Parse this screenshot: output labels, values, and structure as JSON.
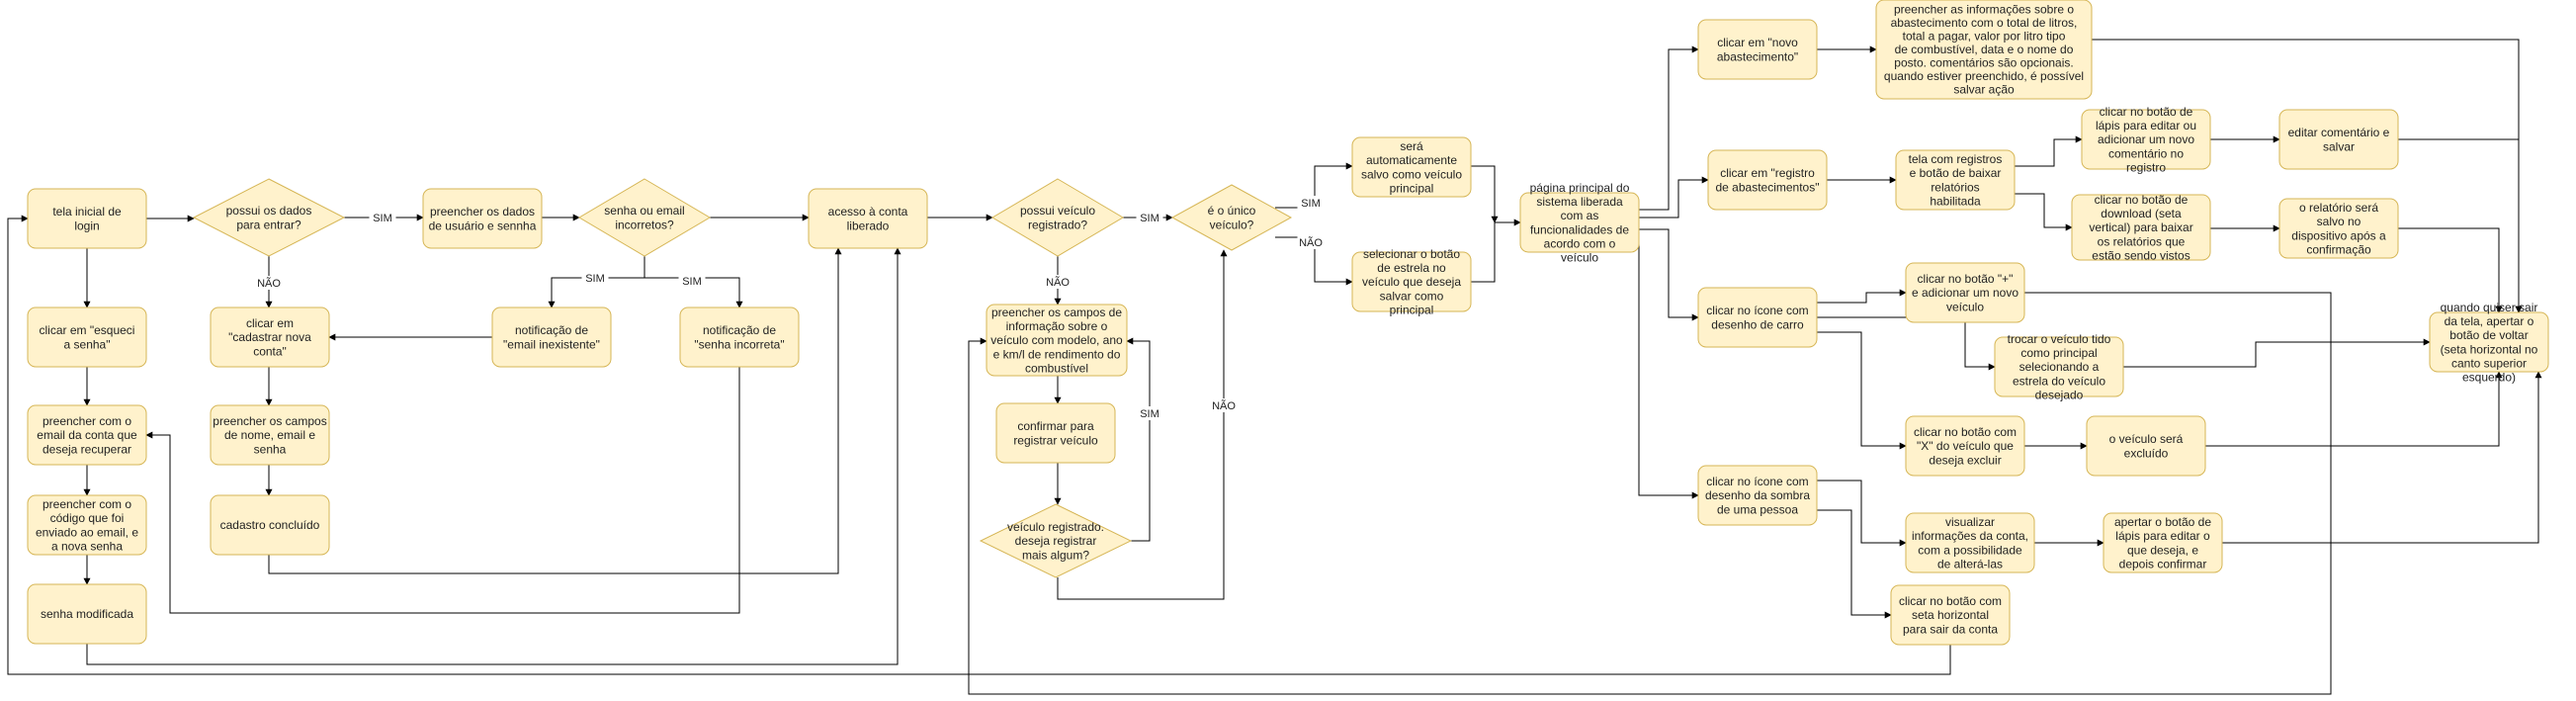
{
  "colors": {
    "fill": "#fff2cc",
    "stroke": "#d6b656",
    "line": "#000000"
  },
  "nodes": [
    {
      "id": "n1",
      "shape": "rect",
      "text": "tela inicial de login"
    },
    {
      "id": "n2",
      "shape": "diamond",
      "text": "possui os dados para entrar?"
    },
    {
      "id": "n3",
      "shape": "rect",
      "text": "preencher os dados de usuário e sennha"
    },
    {
      "id": "n4",
      "shape": "diamond",
      "text": "senha ou email incorretos?"
    },
    {
      "id": "n5",
      "shape": "rect",
      "text": "acesso à conta liberado"
    },
    {
      "id": "n6",
      "shape": "rect",
      "text": "clicar em \"esqueci a senha\""
    },
    {
      "id": "n7",
      "shape": "rect",
      "text": "clicar em \"cadastrar nova conta\""
    },
    {
      "id": "n8",
      "shape": "rect",
      "text": "notificação de \"email inexistente\""
    },
    {
      "id": "n9",
      "shape": "rect",
      "text": "notificação de \"senha incorreta\""
    },
    {
      "id": "n10",
      "shape": "rect",
      "text": "preencher com o email da conta que deseja recuperar"
    },
    {
      "id": "n11",
      "shape": "rect",
      "text": "preencher os campos de nome, email e senha"
    },
    {
      "id": "n12",
      "shape": "rect",
      "text": "preencher com o código que foi enviado ao email, e a nova senha"
    },
    {
      "id": "n13",
      "shape": "rect",
      "text": "cadastro concluído"
    },
    {
      "id": "n14",
      "shape": "rect",
      "text": "senha modificada"
    },
    {
      "id": "n15",
      "shape": "diamond",
      "text": "possui veículo registrado?"
    },
    {
      "id": "n16",
      "shape": "diamond",
      "text": "é o único veículo?"
    },
    {
      "id": "n17",
      "shape": "rect",
      "text": "será automaticamente salvo como veículo principal"
    },
    {
      "id": "n18",
      "shape": "rect",
      "text": "selecionar o botão de estrela no veículo que deseja salvar como principal"
    },
    {
      "id": "n19",
      "shape": "rect",
      "text": "preencher os campos de informação sobre o veículo com modelo, ano e km/l de rendimento do combustível"
    },
    {
      "id": "n20",
      "shape": "rect",
      "text": "confirmar para registrar veículo"
    },
    {
      "id": "n21",
      "shape": "diamond",
      "text": "veículo registrado. deseja registrar mais algum?"
    },
    {
      "id": "n22",
      "shape": "rect",
      "text": "página principal do sistema liberada com as funcionalidades de acordo com o veículo"
    },
    {
      "id": "n23",
      "shape": "rect",
      "text": "clicar em \"novo abastecimento\""
    },
    {
      "id": "n24",
      "shape": "rect",
      "text": "preencher as informações sobre o abastecimento com o total de litros, total a pagar, valor por litro tipo de combustível, data e o nome do posto. comentários são opcionais. quando estiver preenchido, é possível salvar ação"
    },
    {
      "id": "n25",
      "shape": "rect",
      "text": "clicar em \"registro de abastecimentos\""
    },
    {
      "id": "n26",
      "shape": "rect",
      "text": "tela com registros e botão de baixar relatórios habilitada"
    },
    {
      "id": "n27",
      "shape": "rect",
      "text": "clicar no botão de lápis para editar ou adicionar um novo comentário no registro"
    },
    {
      "id": "n28",
      "shape": "rect",
      "text": "editar comentário e salvar"
    },
    {
      "id": "n29",
      "shape": "rect",
      "text": "clicar no botão de download (seta vertical) para baixar os relatórios que estão sendo vistos"
    },
    {
      "id": "n30",
      "shape": "rect",
      "text": "o relatório será salvo no dispositivo após a confirmação"
    },
    {
      "id": "n31",
      "shape": "rect",
      "text": "clicar no ícone com desenho de carro"
    },
    {
      "id": "n32",
      "shape": "rect",
      "text": "clicar no botão \"+\" e adicionar um novo veículo"
    },
    {
      "id": "n33",
      "shape": "rect",
      "text": "trocar o veículo tido como principal selecionando a estrela do veículo desejado"
    },
    {
      "id": "n34",
      "shape": "rect",
      "text": "clicar no botão com \"X\" do veículo que deseja excluir"
    },
    {
      "id": "n35",
      "shape": "rect",
      "text": "o veículo será excluído"
    },
    {
      "id": "n36",
      "shape": "rect",
      "text": "quando quiser sair da tela, apertar o botão de voltar (seta horizontal no canto superior esquerdo)"
    },
    {
      "id": "n37",
      "shape": "rect",
      "text": "clicar no ícone com desenho da sombra de uma pessoa"
    },
    {
      "id": "n38",
      "shape": "rect",
      "text": "visualizar informações da conta, com a possibilidade de alterá-las"
    },
    {
      "id": "n39",
      "shape": "rect",
      "text": "apertar o botão de lápis para editar o que deseja, e depois confirmar"
    },
    {
      "id": "n40",
      "shape": "rect",
      "text": "clicar no botão com seta horizontal para sair da conta"
    }
  ],
  "edge_labels": [
    {
      "id": "l1",
      "text": "SIM"
    },
    {
      "id": "l2",
      "text": "NÃO"
    },
    {
      "id": "l3",
      "text": "SIM"
    },
    {
      "id": "l4",
      "text": "SIM"
    },
    {
      "id": "l5",
      "text": "SIM"
    },
    {
      "id": "l6",
      "text": "NÃO"
    },
    {
      "id": "l7",
      "text": "SIM"
    },
    {
      "id": "l8",
      "text": "NÃO"
    },
    {
      "id": "l9",
      "text": "SIM"
    },
    {
      "id": "l10",
      "text": "NÃO"
    }
  ]
}
